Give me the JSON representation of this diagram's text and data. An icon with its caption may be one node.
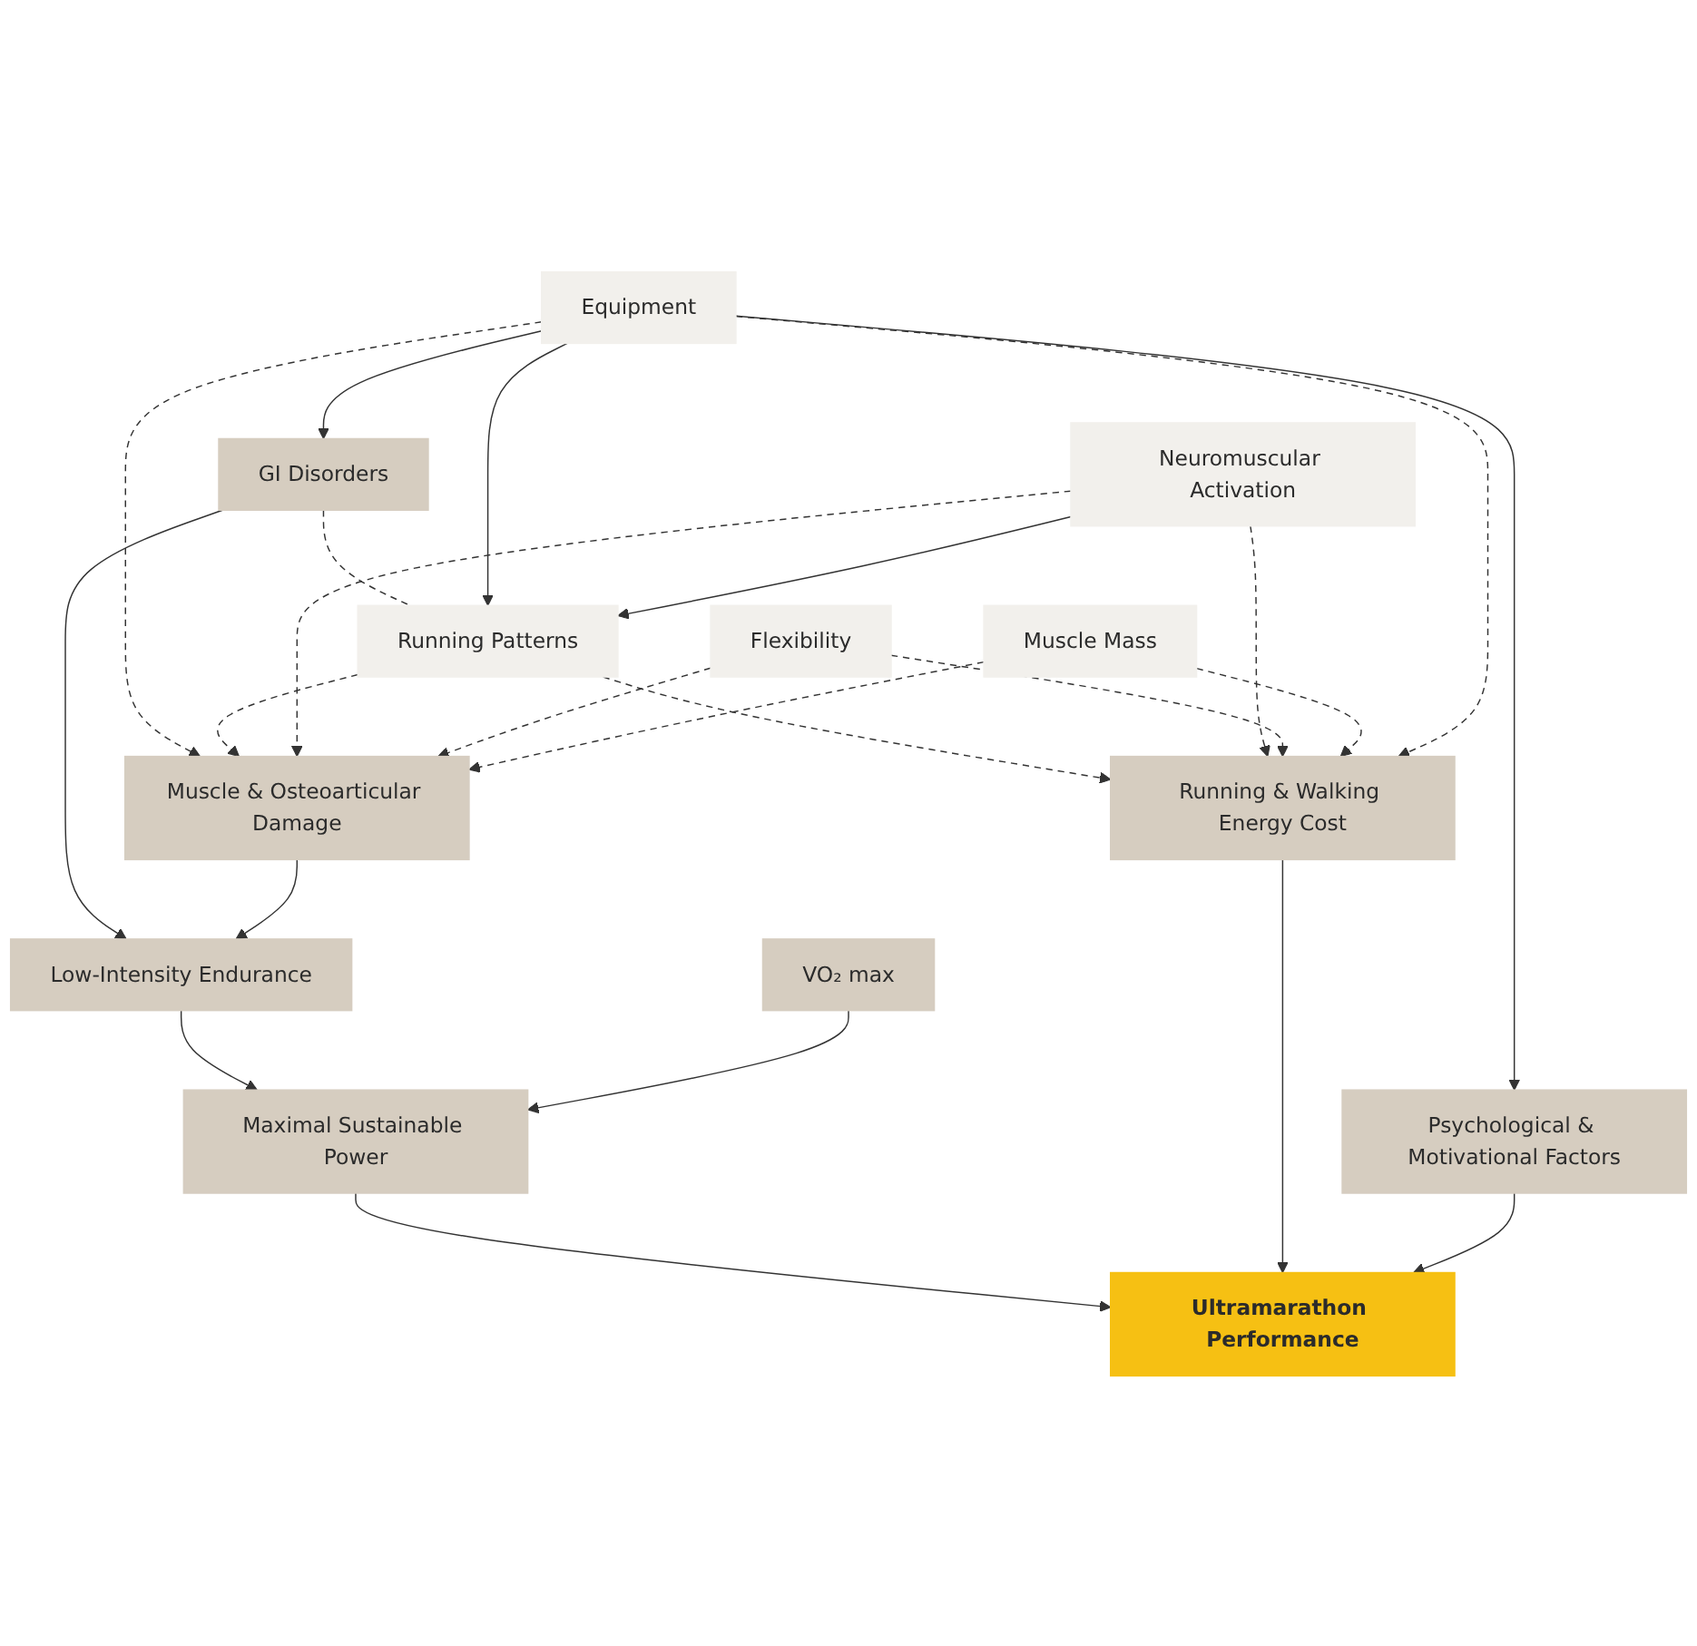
{
  "diagram": {
    "nodes": [
      {
        "text": [
          "GI Disorders"
        ]
      },
      {
        "text": [
          "Low-Intensity Endurance"
        ]
      },
      {
        "text": [
          "Muscle & Osteoarticular Damage"
        ]
      },
      {
        "text": [
          "Running Patterns"
        ]
      },
      {
        "text": [
          "Equipment"
        ]
      },
      {
        "text": [
          "Neuromuscular Activation"
        ]
      },
      {
        "text": [
          "Flexibility"
        ]
      },
      {
        "text": [
          "Muscle Mass"
        ]
      },
      {
        "text": [
          "VO₂ max"
        ]
      },
      {
        "text": [
          "Maximal Sustainable Power"
        ]
      },
      {
        "text": [
          "Running & Walking Energy Cost"
        ]
      },
      {
        "text": [
          "Psychological & Motivational Factors"
        ]
      },
      {
        "text": [
          "Ultramarathon Performance"
        ]
      }
    ],
    "edges": [
      {
        "from": 0,
        "to": 1,
        "arrow": "to"
      },
      {
        "from": 2,
        "to": 1,
        "arrow": "to"
      },
      {
        "from": 4,
        "to": 0,
        "arrow": "to"
      },
      {
        "from": 0,
        "to": 3,
        "arrow": "none",
        "style": "dashed"
      },
      {
        "from": 4,
        "to": 3,
        "arrow": "to"
      },
      {
        "from": 5,
        "to": 3,
        "arrow": "to"
      },
      {
        "from": 4,
        "to": 2,
        "arrow": "to",
        "style": "dashed"
      },
      {
        "from": 3,
        "to": 2,
        "arrow": "to",
        "style": "dashed"
      },
      {
        "from": 5,
        "to": 2,
        "arrow": "to",
        "style": "dashed"
      },
      {
        "from": 6,
        "to": 2,
        "arrow": "to",
        "style": "dashed"
      },
      {
        "from": 7,
        "to": 2,
        "arrow": "to",
        "style": "dashed"
      },
      {
        "from": 1,
        "to": 9,
        "arrow": "to"
      },
      {
        "from": 8,
        "to": 9,
        "arrow": "to"
      },
      {
        "from": 3,
        "to": 10,
        "arrow": "to",
        "style": "dashed"
      },
      {
        "from": 5,
        "to": 10,
        "arrow": "to",
        "style": "dashed"
      },
      {
        "from": 6,
        "to": 10,
        "arrow": "to",
        "style": "dashed"
      },
      {
        "from": 7,
        "to": 10,
        "arrow": "to",
        "style": "dashed"
      },
      {
        "from": 4,
        "to": 10,
        "arrow": "to",
        "style": "dashed"
      },
      {
        "from": 4,
        "to": 11,
        "arrow": "to"
      },
      {
        "from": 9,
        "to": 12,
        "arrow": "to"
      },
      {
        "from": 10,
        "to": 12,
        "arrow": "to"
      },
      {
        "from": 11,
        "to": 12,
        "arrow": "to"
      }
    ]
  }
}
